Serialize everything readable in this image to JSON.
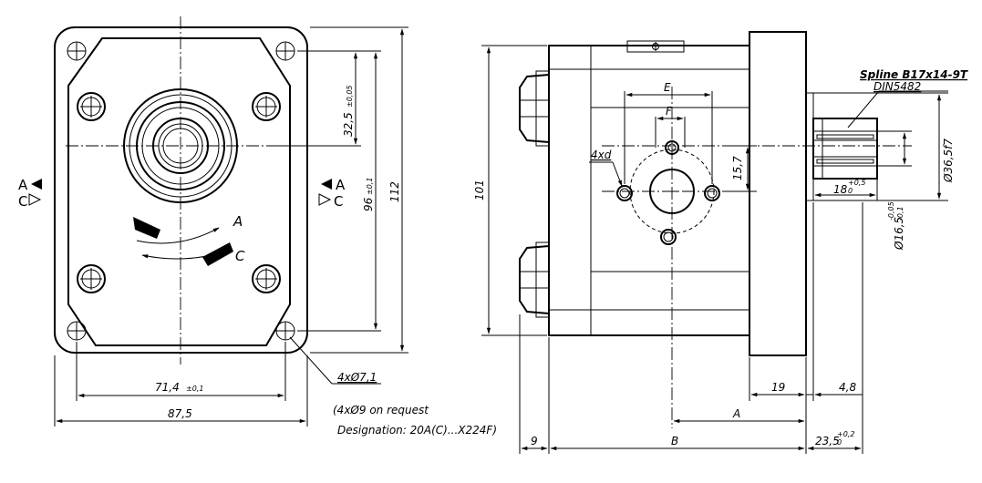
{
  "front_view": {
    "port_a_left": "A",
    "port_c_left": "C",
    "port_a_right": "A",
    "port_c_right": "C",
    "rotation_a": "A",
    "rotation_c": "C",
    "dim_flange_width": "87,5",
    "dim_bolt_spacing": "71,4",
    "dim_bolt_spacing_tol": "±0,1",
    "dim_height": "112",
    "dim_bolt_height": "96",
    "dim_bolt_height_tol": "±0,1",
    "dim_shaft_offset": "32,5",
    "dim_shaft_offset_tol": "±0,05",
    "dim_holes": "4xØ7,1",
    "note_request": "(4xØ9 on request",
    "note_designation": "Designation: 20A(C)...X224F)"
  },
  "side_view": {
    "spline_label": "Spline B17x14-9T",
    "spline_std": "DIN5482",
    "dim_E": "E",
    "dim_F": "F",
    "dim_4xd": "4xd",
    "dim_15_7": "15,7",
    "dim_shaft_dia": "Ø36,5f7",
    "dim_spline_len": "18",
    "dim_spline_len_tol": "+0,5",
    "dim_spline_len_tol_low": "0",
    "dim_pilot_dia": "Ø16,5",
    "dim_pilot_dia_tol_up": "-0,05",
    "dim_pilot_dia_tol_low": "-0,1",
    "dim_101": "101",
    "dim_19": "19",
    "dim_4_8": "4,8",
    "dim_A": "A",
    "dim_9": "9",
    "dim_B": "B",
    "dim_23_5": "23,5",
    "dim_23_5_tol": "+0,2",
    "dim_23_5_tol_low": "0"
  }
}
